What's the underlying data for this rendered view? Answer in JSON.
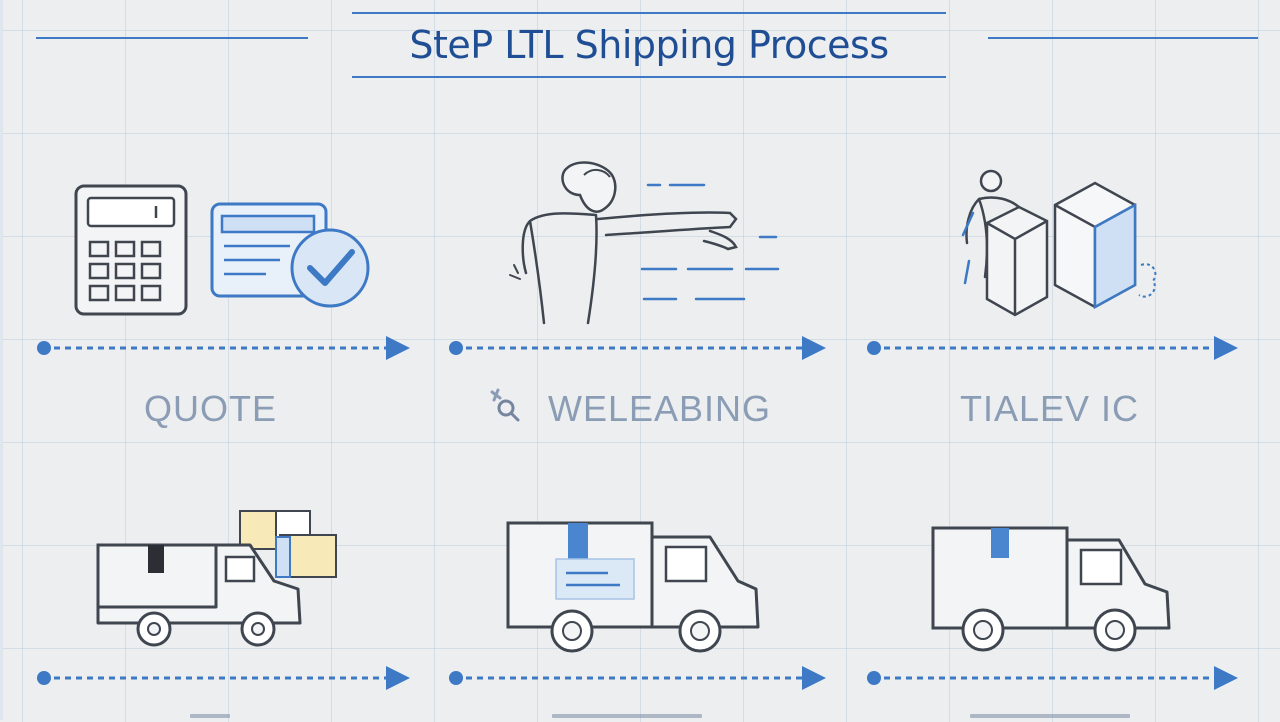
{
  "title": "SteP LTL Shipping Process",
  "steps": [
    {
      "label": "QUOTE",
      "icon": "calculator-quote-icon"
    },
    {
      "label": "WELEABING",
      "icon": "person-pointing-icon"
    },
    {
      "label": "TIALEV IC",
      "icon": "person-lifting-boxes-icon"
    },
    {
      "label": "",
      "icon": "truck-with-boxes-icon"
    },
    {
      "label": "",
      "icon": "delivery-van-icon"
    },
    {
      "label": "",
      "icon": "box-truck-icon"
    }
  ],
  "colors": {
    "title": "#1f4e95",
    "accent": "#3d79c4",
    "label": "#8b9cb5",
    "line": "#3f4650",
    "fill_light": "#f3f4f5",
    "fill_blue": "#cfe0f4",
    "fill_yellow": "#f7eab8"
  }
}
